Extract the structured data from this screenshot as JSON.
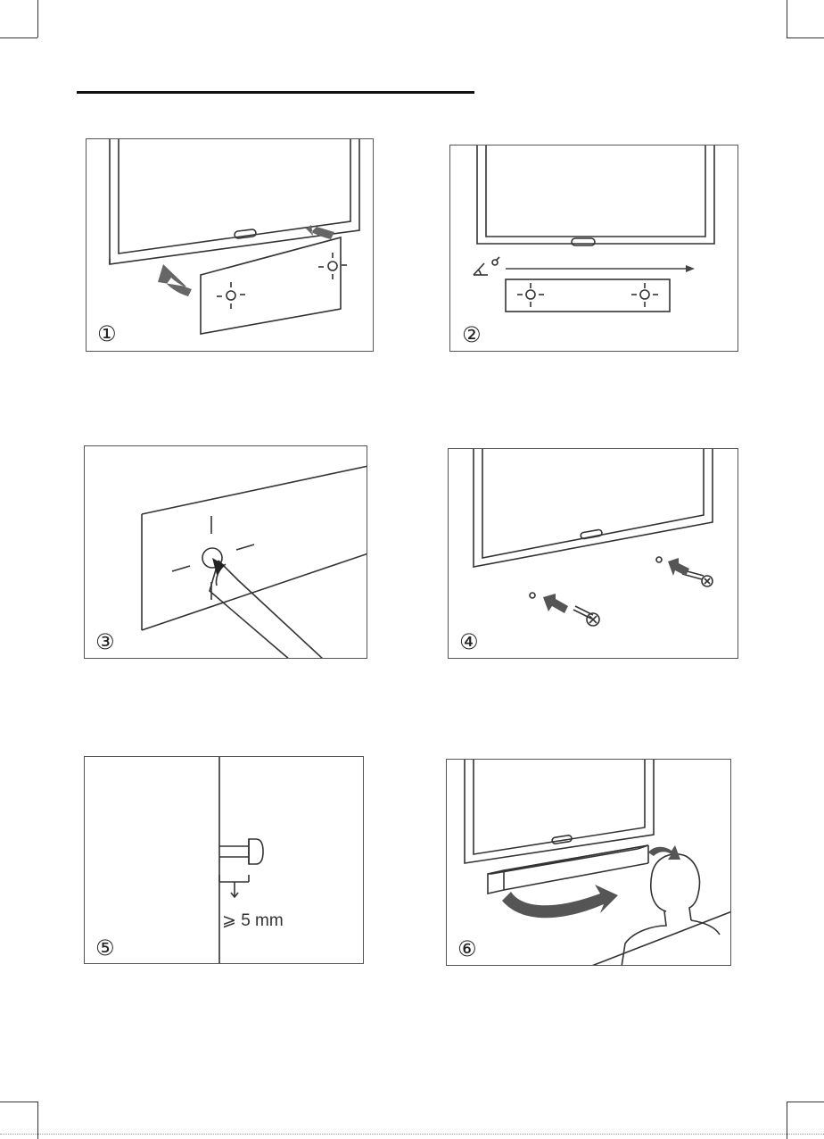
{
  "steps": [
    {
      "number": "①"
    },
    {
      "number": "②"
    },
    {
      "number": "③"
    },
    {
      "number": "④"
    },
    {
      "number": "⑤",
      "dimension_label": "⩾ 5 mm"
    },
    {
      "number": "⑥"
    }
  ]
}
